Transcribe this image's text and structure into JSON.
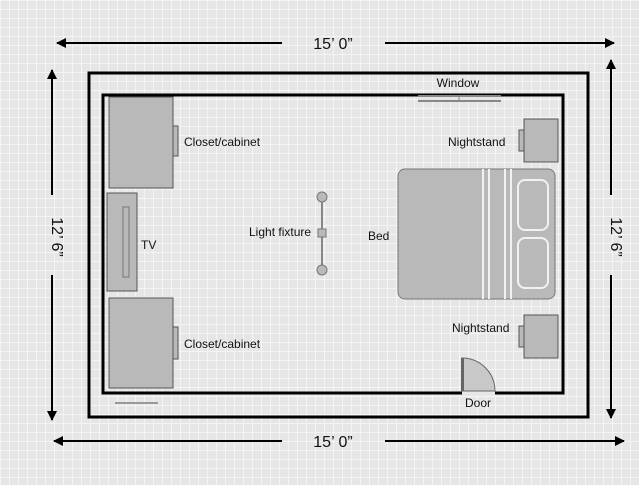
{
  "dimensions": {
    "top": "15’ 0”",
    "bottom": "15’ 0”",
    "left": "12’ 6”",
    "right": "12’ 6”"
  },
  "labels": {
    "window": "Window",
    "closet_top": "Closet/cabinet",
    "closet_bottom": "Closet/cabinet",
    "tv": "TV",
    "light_fixture": "Light fixture",
    "bed": "Bed",
    "nightstand_top": "Nightstand",
    "nightstand_bottom": "Nightstand",
    "door": "Door"
  },
  "colors": {
    "furniture_fill": "#b9b9b9",
    "wall": "#000000",
    "grid_background": "#e6e6e6"
  }
}
